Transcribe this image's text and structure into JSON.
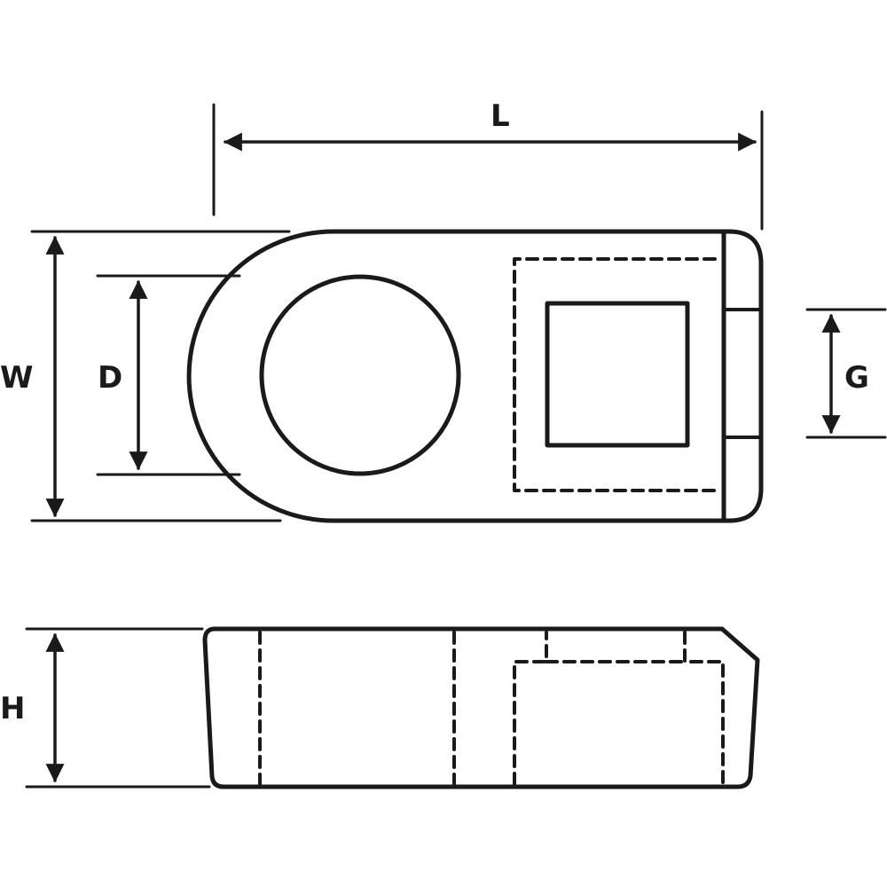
{
  "diagram": {
    "labels": {
      "length": "L",
      "width": "W",
      "hole_diameter": "D",
      "slot_gap": "G",
      "height": "H"
    },
    "colors": {
      "line": "#1a1a1a",
      "background": "#ffffff"
    }
  }
}
